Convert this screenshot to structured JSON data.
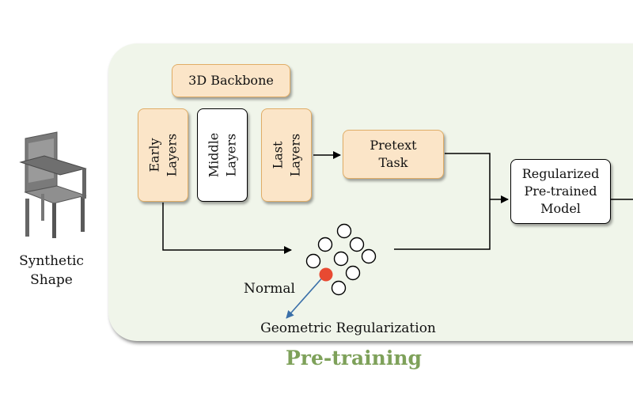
{
  "left": {
    "shape_label_line1": "Synthetic",
    "shape_label_line2": "Shape"
  },
  "backbone": {
    "title": "3D Backbone",
    "early": [
      "Early",
      "Layers"
    ],
    "middle": [
      "Middle",
      "Layers"
    ],
    "last": [
      "Last",
      "Layers"
    ]
  },
  "pretext": [
    "Pretext",
    "Task"
  ],
  "model": [
    "Regularized",
    "Pre-trained",
    "Model"
  ],
  "normal_label": "Normal",
  "geo_label": "Geometric Regularization",
  "stage_label": "Pre-training",
  "colors": {
    "panel_bg": "#f0f5ea",
    "orange_fill": "#fbe5c8",
    "orange_border": "#e0ad66",
    "stage_green": "#7ea15a",
    "highlight_point": "#e84a32",
    "normal_arrow": "#3a6fa8"
  }
}
